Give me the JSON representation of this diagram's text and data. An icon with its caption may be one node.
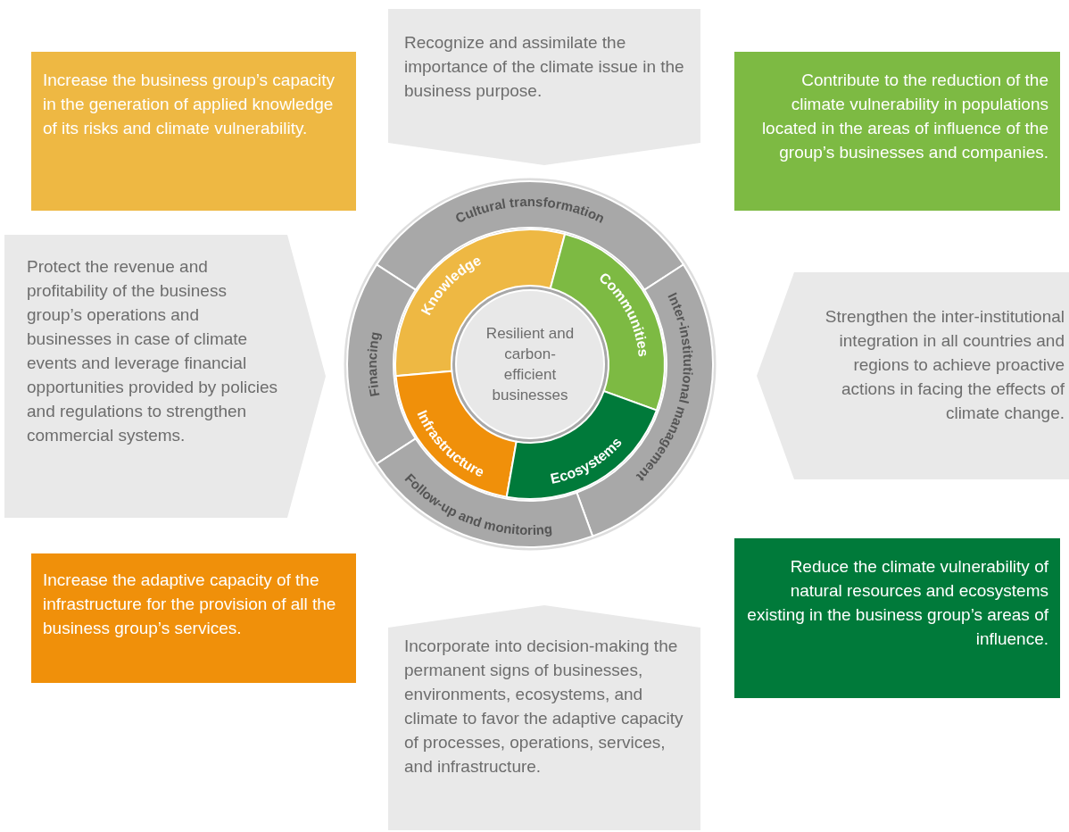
{
  "diagram": {
    "nodes": [
      {
        "text": [
          "Increase the business group’s capacity in the generation of applied knowledge of its risks and climate vulnerability."
        ]
      },
      {
        "text": [
          "Recognize and assimilate the importance of the climate issue in the business purpose."
        ]
      },
      {
        "text": [
          "Contribute to the reduction of the climate vulnerability in populations located in the areas of influence of the group’s businesses and companies."
        ]
      },
      {
        "text": [
          "Protect the revenue and profitability of the business group’s operations and businesses in case of climate events and leverage financial opportunities provided by policies and regulations to strengthen commercial systems."
        ]
      },
      {
        "text": [
          "Strengthen the inter-institutional integration in all countries and regions to achieve proactive actions in facing the effects of climate change."
        ]
      },
      {
        "text": [
          "Increase the adaptive capacity of the infrastructure for the provision of all the business group’s services."
        ]
      },
      {
        "text": [
          "Incorporate into decision-making the permanent signs of businesses, environments, ecosystems, and climate to favor the adaptive capacity of processes, operations, services, and infrastructure."
        ]
      },
      {
        "text": [
          "Reduce the climate vulnerability of natural resources and ecosystems existing in the business group’s areas of influence."
        ]
      },
      {
        "text": [
          "Cultural transformation"
        ]
      },
      {
        "text": [
          "Financing"
        ]
      },
      {
        "text": [
          "Inter-institutional management"
        ]
      },
      {
        "text": [
          "Follow-up and monitoring"
        ]
      },
      {
        "text": [
          "Knowledge"
        ]
      },
      {
        "text": [
          "Communities"
        ]
      },
      {
        "text": [
          "Infrastructure"
        ]
      },
      {
        "text": [
          "Ecosystems"
        ]
      },
      {
        "text": [
          "Resilient and carbon-efficient businesses"
        ]
      }
    ],
    "edges": []
  }
}
